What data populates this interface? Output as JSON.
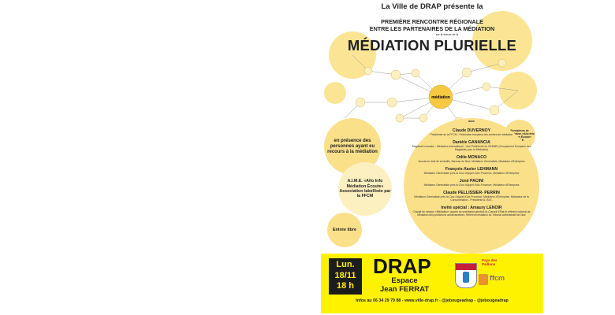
{
  "poster": {
    "intro": "La Ville de DRAP présente la",
    "heading_line1": "PREMIÈRE RENCONTRE RÉGIONALE",
    "heading_line2": "ENTRE LES PARTENAIRES DE LA MÉDIATION",
    "theme_prefix": "sur le thème de la",
    "title": "MÉDIATION PLURIELLE",
    "center_node": "médiation",
    "avec": "avec",
    "left_bubble_1": "en présence des personnes ayant eu recours à la médiation",
    "left_bubble_2": "A.I.M.E. «Allo Info Médiation Écoute» Association labellisée par la FFCM",
    "left_bubble_3": "Entrée libre",
    "right_bubble": "Fondateurs de l'Association «Allo Info Médiation Écoute» A.I.M.E.",
    "speakers": [
      {
        "name": "Claude DUVERNOY",
        "desc": "Présidente de la FFCM - Fédération française des centres de médiation"
      },
      {
        "name": "Danièle GANANCIA",
        "desc": "Magistrat honoraire - Médiateur international - Vice Présidente du GEMME (Groupement Européen des Magistrats pour la Médiation)"
      },
      {
        "name": "Odile MONACO",
        "desc": "Avocat en droit de la famille, Barreau de Nice, Médiateur Généraliste, Médiateur d'Entreprise"
      },
      {
        "name": "François-Xavier LEHMANN",
        "desc": "Médiateur Généraliste près la Cour d'Appel d'Aix Provence, Médiateur d'Entreprise"
      },
      {
        "name": "José PACINI",
        "desc": "Médiateur Généraliste près la Cour d'Appel d'Aix Provence, Médiateur d'Entreprise"
      },
      {
        "name": "Claude PELLISSIER- PERRIN",
        "desc": "Médiateur Généraliste près la Cour d'Appel d'Aix Provence, Médiateur d'Entreprise, Médiateur de la Consommation - Présidente A.I.M.E."
      },
      {
        "name": "Invité spécial : Amaury LENOIR",
        "desc": "Chargé de mission «Médiation» auprès du secrétariat général du Conseil d'État et référent national de Médiation des juridictions administratives, Référent médiation du Tribunal administratif de Nice"
      }
    ],
    "date_line1": "Lun.",
    "date_line2": "18/11",
    "date_line3": "18 h",
    "city": "DRAP",
    "venue_line1": "Espace",
    "venue_line2": "Jean FERRAT",
    "partner1": "Pays des Paillons",
    "partner2": "ffcm",
    "contact": "Infos au 06 34 29 79 88 - www.ville-drap.fr - @jebougeadrap - @jebougeadrap"
  },
  "colors": {
    "bubble": "#fbe08a",
    "footer": "#fff200",
    "dark": "#1c1c1c"
  }
}
